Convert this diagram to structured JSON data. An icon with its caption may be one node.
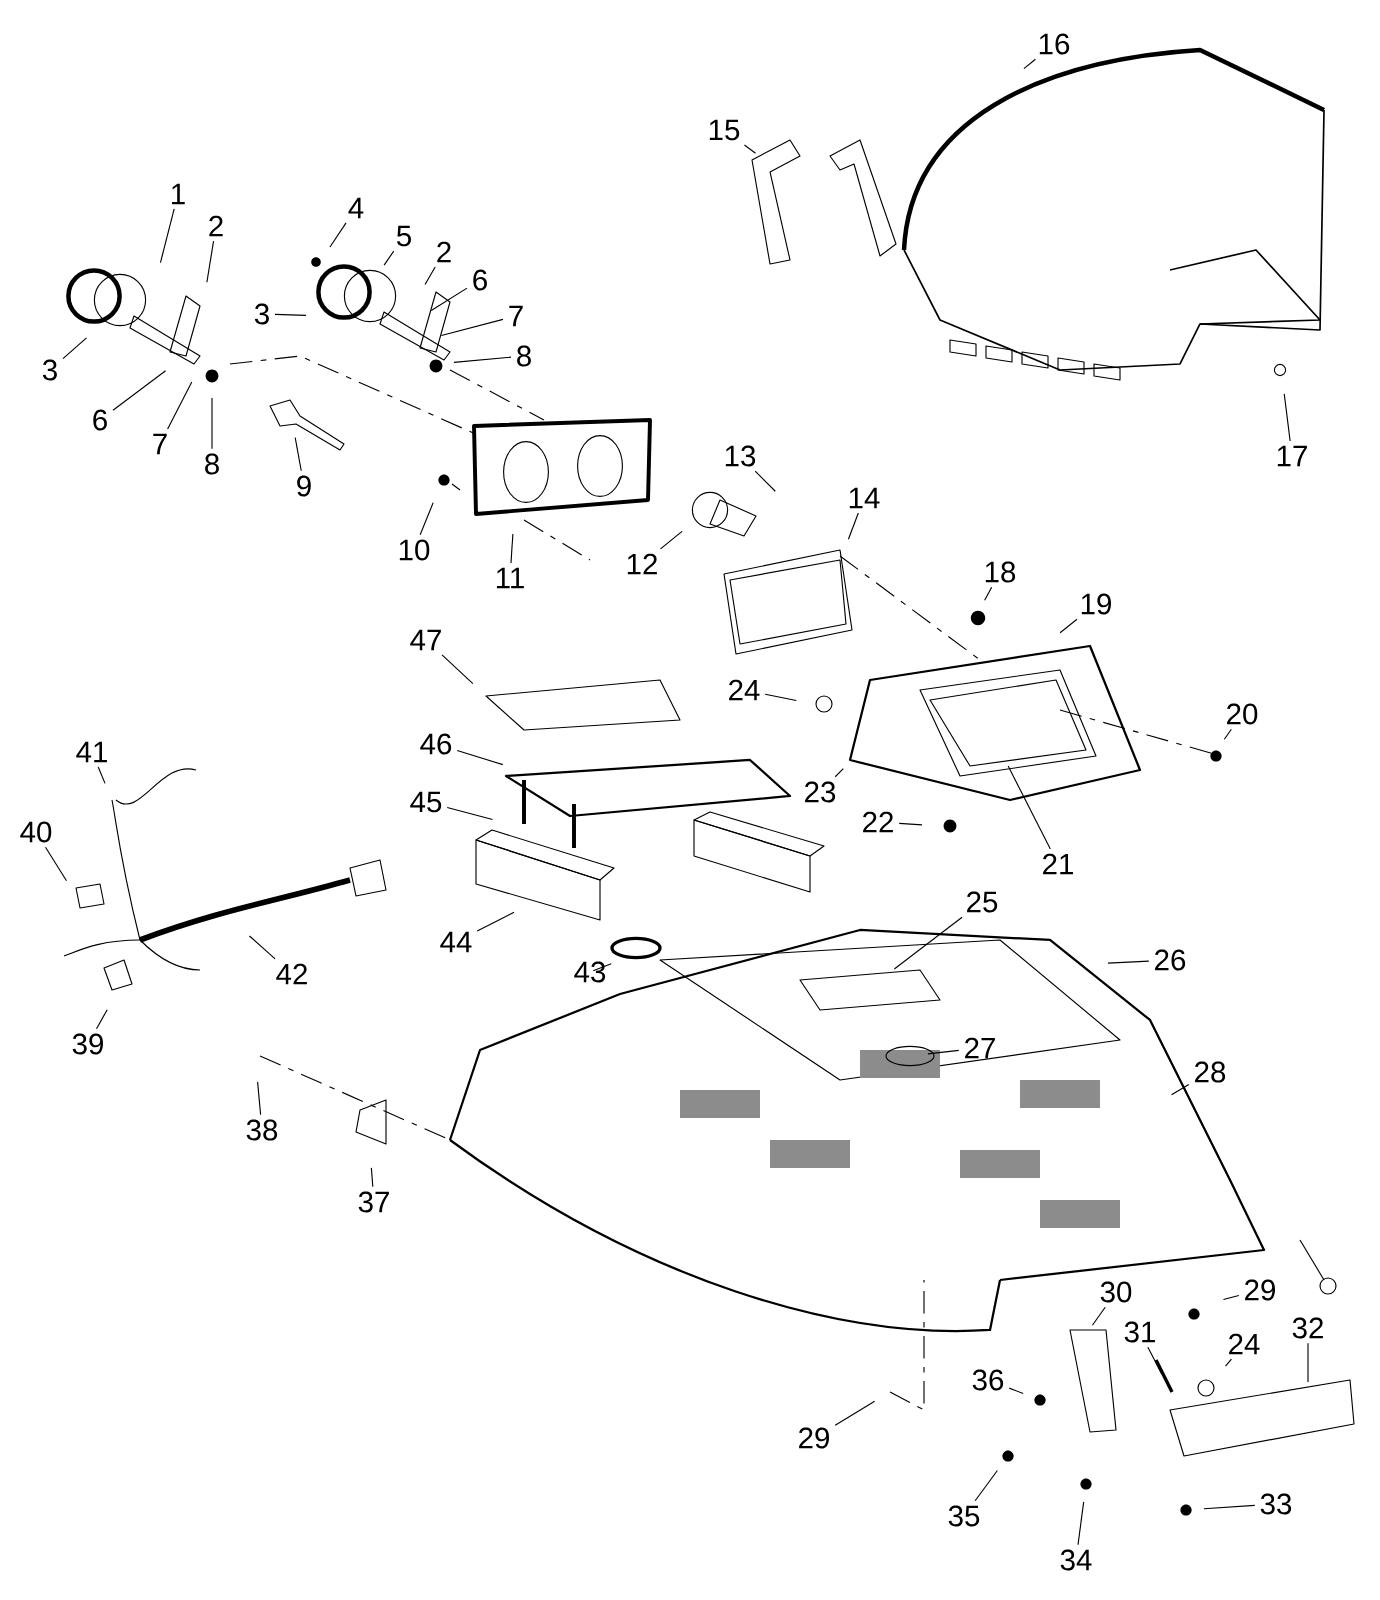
{
  "diagram": {
    "nodes": [
      {
        "text": [
          "16"
        ]
      },
      {
        "text": [
          "15"
        ]
      },
      {
        "text": [
          "1"
        ]
      },
      {
        "text": [
          "2"
        ]
      },
      {
        "text": [
          "4"
        ]
      },
      {
        "text": [
          "5"
        ]
      },
      {
        "text": [
          "2"
        ]
      },
      {
        "text": [
          "3"
        ]
      },
      {
        "text": [
          "3"
        ]
      },
      {
        "text": [
          "6"
        ]
      },
      {
        "text": [
          "7"
        ]
      },
      {
        "text": [
          "8"
        ]
      },
      {
        "text": [
          "6"
        ]
      },
      {
        "text": [
          "7"
        ]
      },
      {
        "text": [
          "8"
        ]
      },
      {
        "text": [
          "17"
        ]
      },
      {
        "text": [
          "9"
        ]
      },
      {
        "text": [
          "10"
        ]
      },
      {
        "text": [
          "11"
        ]
      },
      {
        "text": [
          "12"
        ]
      },
      {
        "text": [
          "13"
        ]
      },
      {
        "text": [
          "14"
        ]
      },
      {
        "text": [
          "18"
        ]
      },
      {
        "text": [
          "19"
        ]
      },
      {
        "text": [
          "47"
        ]
      },
      {
        "text": [
          "24"
        ]
      },
      {
        "text": [
          "20"
        ]
      },
      {
        "text": [
          "23"
        ]
      },
      {
        "text": [
          "46"
        ]
      },
      {
        "text": [
          "41"
        ]
      },
      {
        "text": [
          "45"
        ]
      },
      {
        "text": [
          "22"
        ]
      },
      {
        "text": [
          "40"
        ]
      },
      {
        "text": [
          "21"
        ]
      },
      {
        "text": [
          "25"
        ]
      },
      {
        "text": [
          "44"
        ]
      },
      {
        "text": [
          "42"
        ]
      },
      {
        "text": [
          "26"
        ]
      },
      {
        "text": [
          "43"
        ]
      },
      {
        "text": [
          "39"
        ]
      },
      {
        "text": [
          "27"
        ]
      },
      {
        "text": [
          "28"
        ]
      },
      {
        "text": [
          "38"
        ]
      },
      {
        "text": [
          "37"
        ]
      },
      {
        "text": [
          "29"
        ]
      },
      {
        "text": [
          "30"
        ]
      },
      {
        "text": [
          "31"
        ]
      },
      {
        "text": [
          "24"
        ]
      },
      {
        "text": [
          "32"
        ]
      },
      {
        "text": [
          "36"
        ]
      },
      {
        "text": [
          "29"
        ]
      },
      {
        "text": [
          "35"
        ]
      },
      {
        "text": [
          "33"
        ]
      },
      {
        "text": [
          "34"
        ]
      }
    ],
    "edges": [
      {
        "from": 0,
        "to": null,
        "arrow": "none"
      },
      {
        "from": 1,
        "to": null,
        "arrow": "none"
      },
      {
        "from": 2,
        "to": null,
        "arrow": "none"
      },
      {
        "from": 3,
        "to": null,
        "arrow": "none"
      },
      {
        "from": 4,
        "to": null,
        "arrow": "none"
      },
      {
        "from": 5,
        "to": null,
        "arrow": "none"
      },
      {
        "from": 6,
        "to": null,
        "arrow": "none"
      },
      {
        "from": 7,
        "to": null,
        "arrow": "none"
      },
      {
        "from": 8,
        "to": null,
        "arrow": "none"
      },
      {
        "from": 9,
        "to": null,
        "arrow": "none"
      },
      {
        "from": 10,
        "to": null,
        "arrow": "none"
      },
      {
        "from": 11,
        "to": null,
        "arrow": "none"
      },
      {
        "from": 12,
        "to": null,
        "arrow": "none"
      },
      {
        "from": 13,
        "to": null,
        "arrow": "none"
      },
      {
        "from": 14,
        "to": null,
        "arrow": "none"
      },
      {
        "from": 15,
        "to": null,
        "arrow": "none"
      },
      {
        "from": 16,
        "to": null,
        "arrow": "none"
      },
      {
        "from": 17,
        "to": null,
        "arrow": "none"
      },
      {
        "from": 18,
        "to": null,
        "arrow": "none"
      },
      {
        "from": 19,
        "to": null,
        "arrow": "none"
      },
      {
        "from": 20,
        "to": null,
        "arrow": "none"
      },
      {
        "from": 21,
        "to": null,
        "arrow": "none"
      },
      {
        "from": 22,
        "to": null,
        "arrow": "none"
      },
      {
        "from": 23,
        "to": null,
        "arrow": "none"
      },
      {
        "from": 24,
        "to": null,
        "arrow": "none"
      },
      {
        "from": 25,
        "to": null,
        "arrow": "none"
      },
      {
        "from": 26,
        "to": null,
        "arrow": "none"
      },
      {
        "from": 27,
        "to": null,
        "arrow": "none"
      },
      {
        "from": 28,
        "to": null,
        "arrow": "none"
      },
      {
        "from": 29,
        "to": null,
        "arrow": "none"
      },
      {
        "from": 30,
        "to": null,
        "arrow": "none"
      },
      {
        "from": 31,
        "to": null,
        "arrow": "none"
      },
      {
        "from": 32,
        "to": null,
        "arrow": "none"
      },
      {
        "from": 33,
        "to": null,
        "arrow": "none"
      },
      {
        "from": 34,
        "to": null,
        "arrow": "none"
      },
      {
        "from": 35,
        "to": null,
        "arrow": "none"
      },
      {
        "from": 36,
        "to": null,
        "arrow": "none"
      },
      {
        "from": 37,
        "to": null,
        "arrow": "none"
      },
      {
        "from": 38,
        "to": null,
        "arrow": "none"
      },
      {
        "from": 39,
        "to": null,
        "arrow": "none"
      },
      {
        "from": 40,
        "to": null,
        "arrow": "none"
      },
      {
        "from": 41,
        "to": null,
        "arrow": "none"
      },
      {
        "from": 42,
        "to": null,
        "arrow": "none"
      },
      {
        "from": 43,
        "to": null,
        "arrow": "none"
      },
      {
        "from": 44,
        "to": null,
        "arrow": "none"
      },
      {
        "from": 45,
        "to": null,
        "arrow": "none"
      },
      {
        "from": 46,
        "to": null,
        "arrow": "none"
      },
      {
        "from": 47,
        "to": null,
        "arrow": "none"
      },
      {
        "from": 48,
        "to": null,
        "arrow": "none"
      },
      {
        "from": 49,
        "to": null,
        "arrow": "none"
      },
      {
        "from": 50,
        "to": null,
        "arrow": "none"
      },
      {
        "from": 51,
        "to": null,
        "arrow": "none"
      },
      {
        "from": 52,
        "to": null,
        "arrow": "none"
      },
      {
        "from": 53,
        "to": null,
        "arrow": "none"
      }
    ]
  }
}
